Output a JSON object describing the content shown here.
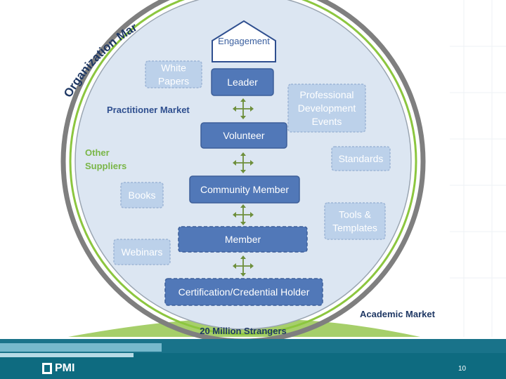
{
  "diagram": {
    "arc_title": "Organization Market",
    "top_pentagon": "Engagement",
    "ladder": [
      {
        "id": "leader",
        "label": "Leader"
      },
      {
        "id": "volunteer",
        "label": "Volunteer"
      },
      {
        "id": "community-member",
        "label": "Community  Member"
      },
      {
        "id": "member",
        "label": "Member"
      },
      {
        "id": "certification-holder",
        "label": "Certification/Credential Holder"
      }
    ],
    "side_boxes": [
      {
        "id": "white-papers",
        "lines": [
          "White",
          "Papers"
        ]
      },
      {
        "id": "professional-development-events",
        "lines": [
          "Professional",
          "Development",
          "Events"
        ]
      },
      {
        "id": "standards",
        "lines": [
          "Standards"
        ]
      },
      {
        "id": "books",
        "lines": [
          "Books"
        ]
      },
      {
        "id": "tools-templates",
        "lines": [
          "Tools &",
          "Templates"
        ]
      },
      {
        "id": "webinars",
        "lines": [
          "Webinars"
        ]
      }
    ],
    "labels": {
      "practitioner_market": "Practitioner Market",
      "other_suppliers": [
        "Other",
        "Suppliers"
      ],
      "academic_market": "Academic Market",
      "base": "20 Million Strangers"
    },
    "colors": {
      "ladder_fill": "#5178b8",
      "ladder_text": "#ffffff",
      "side_fill": "#bcd1ea",
      "side_text": "#ffffff",
      "circle_fill": "#dce6f2",
      "ring_gray": "#7f7f7f",
      "ring_green": "#8cc63f",
      "arrow": "#6e8f3c",
      "green_text": "#7ab648",
      "navy_text": "#1f3864",
      "practitioner_text": "#2f4f8f"
    }
  },
  "footer": {
    "logo_text": "PMI",
    "page_number": "10"
  }
}
